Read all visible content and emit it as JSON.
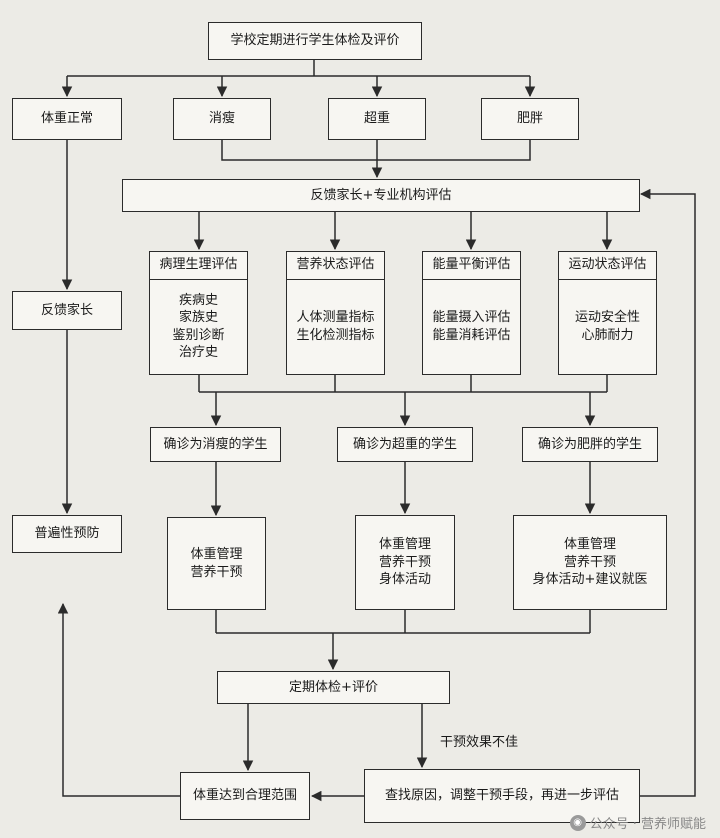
{
  "top": "学校定期进行学生体检及评价",
  "categories": {
    "normal": "体重正常",
    "thin": "消瘦",
    "over": "超重",
    "obese": "肥胖"
  },
  "feedback_expert": "反馈家长+专业机构评估",
  "feedback_parent": "反馈家长",
  "assessments": [
    {
      "title": "病理生理评估",
      "lines": [
        "疾病史",
        "家族史",
        "鉴别诊断",
        "治疗史"
      ]
    },
    {
      "title": "营养状态评估",
      "lines": [
        "人体测量指标",
        "生化检测指标"
      ]
    },
    {
      "title": "能量平衡评估",
      "lines": [
        "能量摄入评估",
        "能量消耗评估"
      ]
    },
    {
      "title": "运动状态评估",
      "lines": [
        "运动安全性",
        "心肺耐力"
      ]
    }
  ],
  "diagnoses": {
    "thin": "确诊为消瘦的学生",
    "over": "确诊为超重的学生",
    "obese": "确诊为肥胖的学生"
  },
  "prevention": "普遍性预防",
  "interventions": {
    "thin": [
      "体重管理",
      "营养干预"
    ],
    "over": [
      "体重管理",
      "营养干预",
      "身体活动"
    ],
    "obese": [
      "体重管理",
      "营养干预",
      "身体活动+建议就医"
    ]
  },
  "recheck": "定期体检+评价",
  "poor_effect": "干预效果不佳",
  "reached": "体重达到合理范围",
  "adjust": "查找原因，调整干预手段，再进一步评估",
  "watermark": "公众号 · 营养师赋能"
}
